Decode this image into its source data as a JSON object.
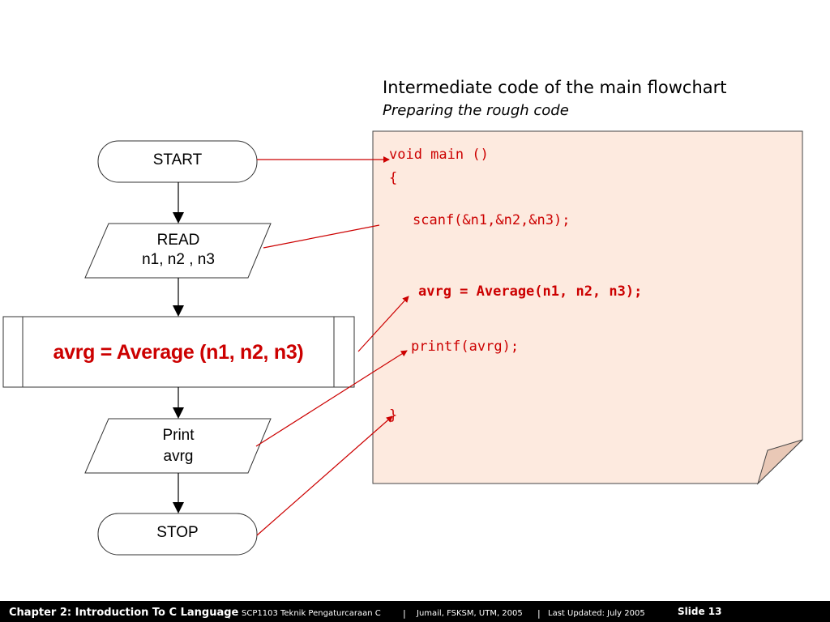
{
  "header": {
    "title": "Intermediate code of the main flowchart",
    "subtitle": "Preparing the rough code"
  },
  "flowchart": {
    "start_label": "START",
    "read_line1": "READ",
    "read_line2": "n1, n2 , n3",
    "process_label": "avrg = Average (n1, n2, n3)",
    "print_line1": "Print",
    "print_line2": "avrg",
    "stop_label": "STOP"
  },
  "code": {
    "line1": "void main ()",
    "line2": "{",
    "line3": "scanf(&n1,&n2,&n3);",
    "line4": "avrg = Average(n1, n2, n3);",
    "line5": "printf(avrg);",
    "line6": "}"
  },
  "footer": {
    "chapter": "Chapter 2: Introduction To C Language",
    "sep1": "|",
    "course": "SCP1103   Teknik Pengaturcaraan C",
    "sep2": "|",
    "author": "Jumail, FSKSM, UTM, 2005",
    "sep3": "|",
    "updated": "Last Updated: July 2005",
    "slide": "Slide 13"
  },
  "colors": {
    "accent": "#cc0000",
    "note_fill": "#fdeadf",
    "footer_bg": "#000000"
  }
}
